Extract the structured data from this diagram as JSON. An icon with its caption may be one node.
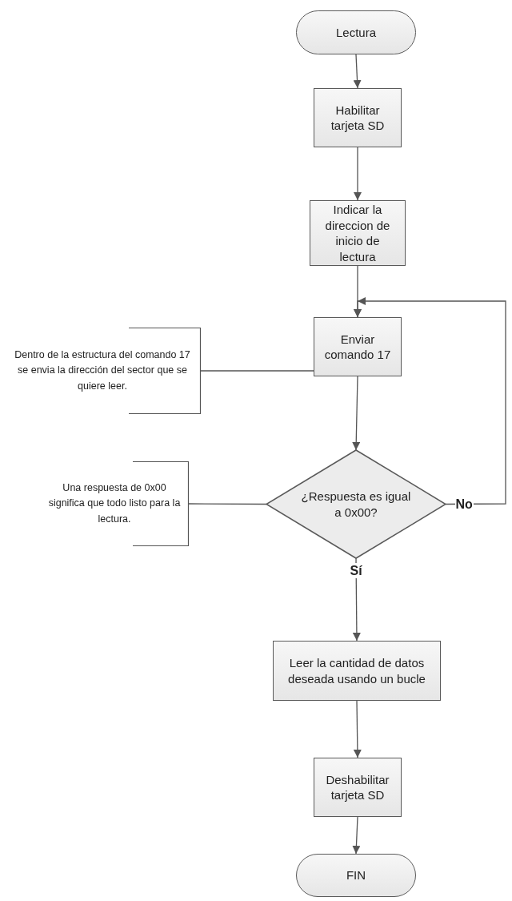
{
  "diagram": {
    "nodes": [
      {
        "text": [
          "Lectura"
        ]
      },
      {
        "text": [
          "Habilitar tarjeta SD"
        ]
      },
      {
        "text": [
          "Indicar la direccion de inicio de lectura"
        ]
      },
      {
        "text": [
          "Enviar comando 17"
        ]
      },
      {
        "text": [
          "¿Respuesta es igual a 0x00?"
        ]
      },
      {
        "text": [
          "Leer la cantidad de datos deseada usando un bucle"
        ]
      },
      {
        "text": [
          "Deshabilitar tarjeta SD"
        ]
      },
      {
        "text": [
          "FIN"
        ]
      },
      {
        "text": [
          "Dentro de la estructura del comando 17 se envia la dirección del sector que se quiere leer."
        ]
      },
      {
        "text": [
          "Una respuesta de 0x00 significa que todo listo para la lectura."
        ]
      }
    ],
    "edges": [
      {
        "from": 0,
        "to": 1,
        "arrow": "to"
      },
      {
        "from": 1,
        "to": 2,
        "arrow": "to"
      },
      {
        "from": 2,
        "to": 3,
        "arrow": "to"
      },
      {
        "from": 3,
        "to": 4,
        "arrow": "to"
      },
      {
        "from": 4,
        "to": 5,
        "arrow": "to",
        "label": "Sí"
      },
      {
        "from": 5,
        "to": 6,
        "arrow": "to"
      },
      {
        "from": 6,
        "to": 7,
        "arrow": "to"
      },
      {
        "from": 4,
        "to": 3,
        "arrow": "to",
        "label": "No"
      },
      {
        "from": 8,
        "to": 3,
        "arrow": "none"
      },
      {
        "from": 9,
        "to": 4,
        "arrow": "none"
      }
    ]
  }
}
